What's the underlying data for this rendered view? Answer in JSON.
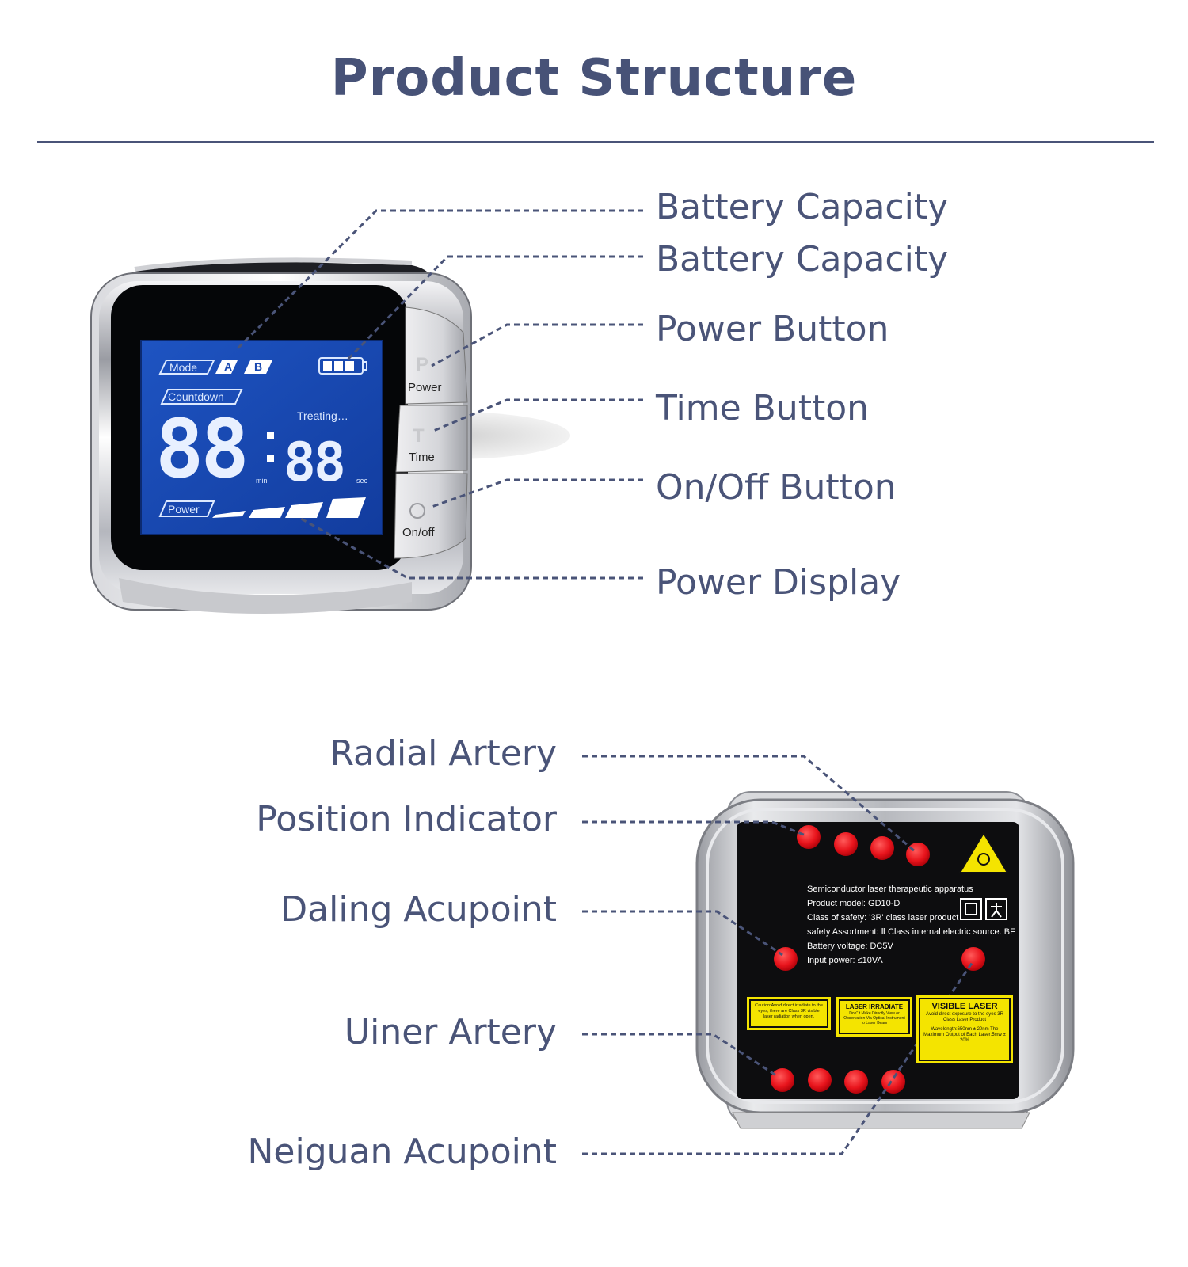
{
  "title": "Product Structure",
  "front_labels": [
    {
      "id": "battery-capacity-1",
      "text": "Battery Capacity"
    },
    {
      "id": "battery-capacity-2",
      "text": "Battery Capacity"
    },
    {
      "id": "power-button",
      "text": "Power Button"
    },
    {
      "id": "time-button",
      "text": "Time Button"
    },
    {
      "id": "onoff-button",
      "text": "On/Off Button"
    },
    {
      "id": "power-display",
      "text": "Power Display"
    }
  ],
  "back_labels": [
    {
      "id": "radial-artery",
      "text": "Radial Artery"
    },
    {
      "id": "position-indicator",
      "text": "Position Indicator"
    },
    {
      "id": "daling-acupoint",
      "text": "Daling Acupoint"
    },
    {
      "id": "uiner-artery",
      "text": "Uiner Artery"
    },
    {
      "id": "neiguan-acupoint",
      "text": "Neiguan Acupoint"
    }
  ],
  "device_screen": {
    "mode_label": "Mode",
    "mode_a": "A",
    "mode_b": "B",
    "countdown_label": "Countdown",
    "status_text": "Treating…",
    "minutes": "88",
    "seconds": "88",
    "min_unit": "min",
    "sec_unit": "sec",
    "power_label": "Power",
    "battery_bars": 3,
    "power_level_bars": 4
  },
  "device_buttons": {
    "power_icon": "P",
    "power_label": "Power",
    "time_icon": "T",
    "time_label": "Time",
    "onoff_label": "On/off"
  },
  "back_panel": {
    "lines": [
      "Semiconductor laser therapeutic apparatus",
      "Product model: GD10-D",
      "Class of safety: '3R' class laser product",
      "safety Assortment: Ⅱ Class internal electric source. BF",
      "Battery voltage: DC5V",
      "Input power: ≤10VA"
    ],
    "warning_1": "Caution:Avoid direct irradiate to the eyes, there are Class 3R visible laser radiation when open.",
    "warning_2_title": "LASER IRRADIATE",
    "warning_2_text": "Don'' t Make Directly View or Observation Via Optical Instrument to Laser Beam",
    "warning_3_title": "VISIBLE LASER",
    "warning_3_text": "Avoid direct exposure to the eyes 3R Class Laser Product",
    "warning_3_spec": "Wavelength:650nm ± 20nm The Maximum Output of Each Laser:5mw ± 20%"
  },
  "colors": {
    "heading": "#475277",
    "lcd_blue": "#1747b0",
    "led_red": "#e8141c",
    "warning_yellow": "#f4e400"
  }
}
